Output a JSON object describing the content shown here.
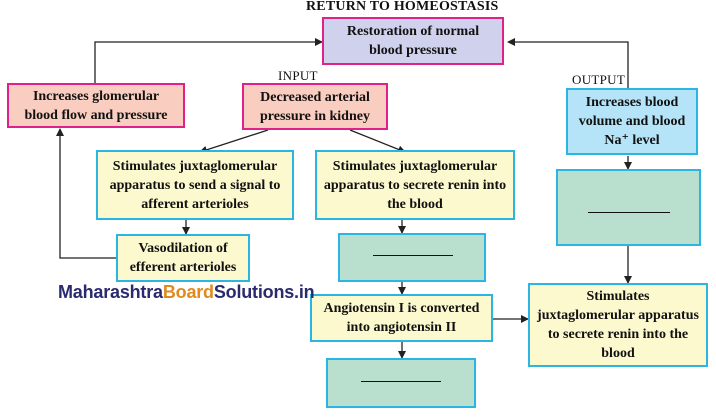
{
  "title": "RETURN TO HOMEOSTASIS",
  "labels": {
    "input": "INPUT",
    "output": "OUTPUT"
  },
  "boxes": {
    "restoration": "Restoration of normal blood pressure",
    "increases_glomerular": "Increases glomerular blood flow and pressure",
    "decreased_arterial": "Decreased arterial pressure in kidney",
    "increases_blood_volume": "Increases blood volume and blood Na⁺ level",
    "stimulates_signal": "Stimulates juxtaglomerular apparatus to send a signal to afferent arterioles",
    "stimulates_renin": "Stimulates juxtaglomerular apparatus to secrete renin into the blood",
    "vasodilation": "Vasodilation of efferent arterioles",
    "angiotensin": "Angiotensin I is converted into angiotensin II",
    "stimulates_renin_right": "Stimulates juxtaglomerular apparatus to secrete renin into the blood"
  },
  "watermark": {
    "part1": "Maharashtra",
    "part2": "Board",
    "part3": "Solutions.in"
  },
  "colors": {
    "pink_fill": "#f9cdbf",
    "pink_border": "#e0218a",
    "lavender_fill": "#d0d1ec",
    "yellow_fill": "#fdf9cf",
    "blue_fill": "#b5e3f8",
    "green_fill": "#b9e0cf",
    "cyan_border": "#2bb5e3"
  }
}
